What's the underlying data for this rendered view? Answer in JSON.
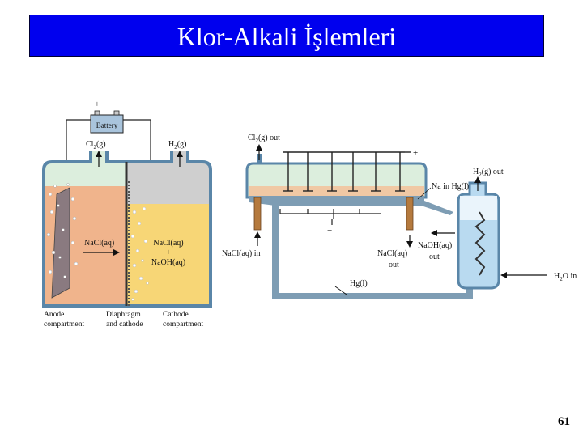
{
  "slide": {
    "title": "Klor-Alkali İşlemleri",
    "page_number": "61"
  },
  "colors": {
    "title_bg": "#0000ee",
    "anolyte": "#f0b48c",
    "catholyte": "#f7d676",
    "gas_space": "#dceedd",
    "cathode_gas": "#cfcfcf",
    "mercury": "#7e9db4",
    "water": "#b9daf0",
    "wood": "#b57a3e"
  },
  "diaphragm_cell": {
    "battery_label": "Battery",
    "plus_sign": "+",
    "minus_sign": "−",
    "cl2_label": "Cl",
    "cl2_sub": "2",
    "cl2_state": "(g)",
    "h2_label": "H",
    "h2_sub": "2",
    "h2_state": "(g)",
    "anode_solution": "NaCl(aq)",
    "cathode_solution_1": "NaCl(aq)",
    "cathode_solution_plus": "+",
    "cathode_solution_2": "NaOH(aq)",
    "anode_caption_1": "Anode",
    "anode_caption_2": "compartment",
    "diaphragm_caption_1": "Diaphragm",
    "diaphragm_caption_2": "and cathode",
    "cathode_caption_1": "Cathode",
    "cathode_caption_2": "compartment"
  },
  "mercury_cell": {
    "cl2_out_prefix": "Cl",
    "cl2_out_sub": "2",
    "cl2_out_suffix": "(g) out",
    "plus_sign": "+",
    "minus_sign": "−",
    "na_in_hg": "Na in Hg(l)",
    "h2_out_prefix": "H",
    "h2_out_sub": "2",
    "h2_out_suffix": "(g) out",
    "nacl_in": "NaCl(aq) in",
    "nacl_out_1": "NaCl(aq)",
    "nacl_out_2": "out",
    "naoh_out_1": "NaOH(aq)",
    "naoh_out_2": "out",
    "h2o_in_prefix": "H",
    "h2o_in_sub": "2",
    "h2o_in_suffix": "O in",
    "hg_label": "Hg(l)"
  }
}
